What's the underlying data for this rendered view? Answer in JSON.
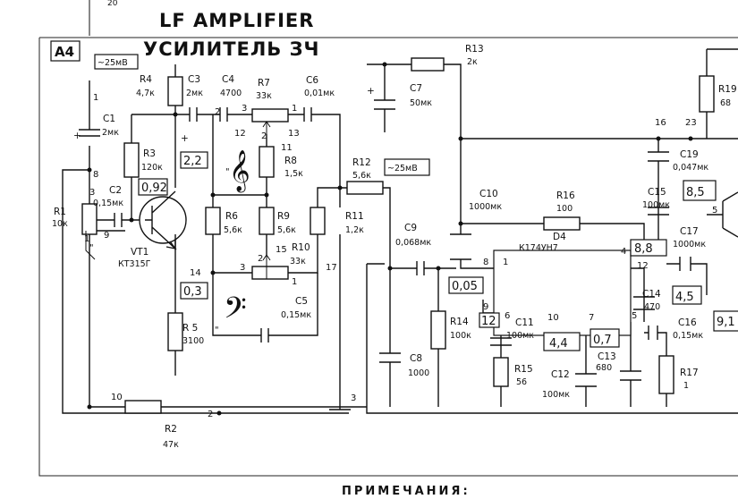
{
  "title": {
    "en": "LF AMPLIFIER",
    "ru": "УСИЛИТЕЛЬ ЗЧ"
  },
  "sheet_label": "A4",
  "footer_note": "ПРИМЕЧАНИЯ:",
  "top_fragment": "20",
  "voltage_labels": {
    "input": "~25мВ",
    "mid": "~25мВ"
  },
  "components": {
    "R1": {
      "ref": "R1",
      "value": "10к"
    },
    "R2": {
      "ref": "R2",
      "value": "47к"
    },
    "R3": {
      "ref": "R3",
      "value": "120к"
    },
    "R4": {
      "ref": "R4",
      "value": "4,7к"
    },
    "R5": {
      "ref": "R 5",
      "value": "3100"
    },
    "R6": {
      "ref": "R6",
      "value": "5,6к"
    },
    "R7": {
      "ref": "R7",
      "value": "33к"
    },
    "R8": {
      "ref": "R8",
      "value": "1,5к"
    },
    "R9": {
      "ref": "R9",
      "value": "5,6к"
    },
    "R10": {
      "ref": "R10",
      "value": "33к"
    },
    "R11": {
      "ref": "R11",
      "value": "1,2к"
    },
    "R12": {
      "ref": "R12",
      "value": "5,6к"
    },
    "R13": {
      "ref": "R13",
      "value": "2к"
    },
    "R14": {
      "ref": "R14",
      "value": "100к"
    },
    "R15": {
      "ref": "R15",
      "value": "56"
    },
    "R16": {
      "ref": "R16",
      "value": "100"
    },
    "R17": {
      "ref": "R17",
      "value": "1"
    },
    "R19": {
      "ref": "R19",
      "value": "68"
    },
    "C1": {
      "ref": "C1",
      "value": "2мк"
    },
    "C2": {
      "ref": "C2",
      "value": "0,15мк"
    },
    "C3": {
      "ref": "C3",
      "value": "2мк"
    },
    "C4": {
      "ref": "C4",
      "value": "4700"
    },
    "C5": {
      "ref": "C5",
      "value": "0,15мк"
    },
    "C6": {
      "ref": "C6",
      "value": "0,01мк"
    },
    "C7": {
      "ref": "C7",
      "value": "50мк"
    },
    "C8": {
      "ref": "C8",
      "value": "1000"
    },
    "C9": {
      "ref": "C9",
      "value": "0,068мк"
    },
    "C10": {
      "ref": "C10",
      "value": "1000мк"
    },
    "C11": {
      "ref": "C11",
      "value": "100мк"
    },
    "C12": {
      "ref": "C12",
      "value": "100мк"
    },
    "C13": {
      "ref": "C13",
      "value": "680"
    },
    "C14": {
      "ref": "C14",
      "value": "470"
    },
    "C15": {
      "ref": "C15",
      "value": "100мк"
    },
    "C16": {
      "ref": "C16",
      "value": "0,15мк"
    },
    "C17": {
      "ref": "C17",
      "value": "1000мк"
    },
    "C19": {
      "ref": "C19",
      "value": "0,047мк"
    },
    "VT1": {
      "ref": "VT1",
      "value": "КТ315Г"
    },
    "D4": {
      "ref": "D4",
      "value": "К174УН7"
    }
  },
  "test_points": {
    "tp1": "2,2",
    "tp2": "0,92",
    "tp3": "0,3",
    "tp4": "0,05",
    "tp5": "12",
    "tp6": "4,4",
    "tp7": "0,7",
    "tp8": "8,8",
    "tp9": "4,5",
    "tp10": "8,5",
    "tp11": "9,1"
  },
  "nodes": {
    "n1a": "1",
    "n8": "8",
    "n3": "3",
    "n1b": "1",
    "n9": "9",
    "n10": "10",
    "n2a": "2",
    "n12": "12",
    "n13": "13",
    "n2b": "2",
    "n11": "11",
    "n3b": "3",
    "n1c": "1",
    "n14": "14",
    "n15": "15",
    "n3c": "3",
    "n2c": "2",
    "n1d": "1",
    "n17": "17",
    "n3d": "3",
    "n16": "16",
    "n23": "23",
    "n5": "5",
    "ic1": "1",
    "ic8": "8",
    "ic4": "4",
    "ic12": "12",
    "ic9": "9",
    "ic6": "6",
    "ic10": "10",
    "ic7": "7",
    "ic5": "5"
  },
  "polarity": {
    "plus_c1": "+",
    "plus_c3": "+",
    "plus_c7": "+"
  },
  "clef_symbols": {
    "treble": "𝄞",
    "bass": "𝄢",
    "quote_a": "\"",
    "quote_b": "\"",
    "quote_c": "\""
  }
}
